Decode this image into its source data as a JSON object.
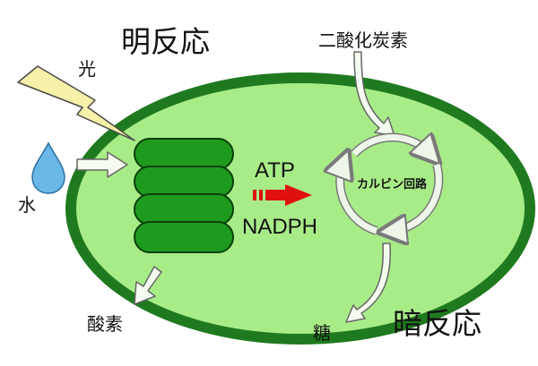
{
  "labels": {
    "light_reaction": "明反応",
    "dark_reaction": "暗反応",
    "light": "光",
    "water": "水",
    "oxygen": "酸素",
    "carbon_dioxide": "二酸化炭素",
    "sugar": "糖",
    "atp": "ATP",
    "nadph": "NADPH",
    "calvin_cycle": "カルビン回路"
  },
  "colors": {
    "chloroplast_outer": "#1f7a1f",
    "stroma": "#a8ec88",
    "thylakoid": "#1e9a1e",
    "light_bolt": "#f6f0a8",
    "water_drop": "#6ab8e8",
    "transfer_arrow": "#e01010",
    "arrow_fill": "#f4fbef"
  },
  "icons": [
    "lightning-bolt-icon",
    "water-drop-icon"
  ]
}
